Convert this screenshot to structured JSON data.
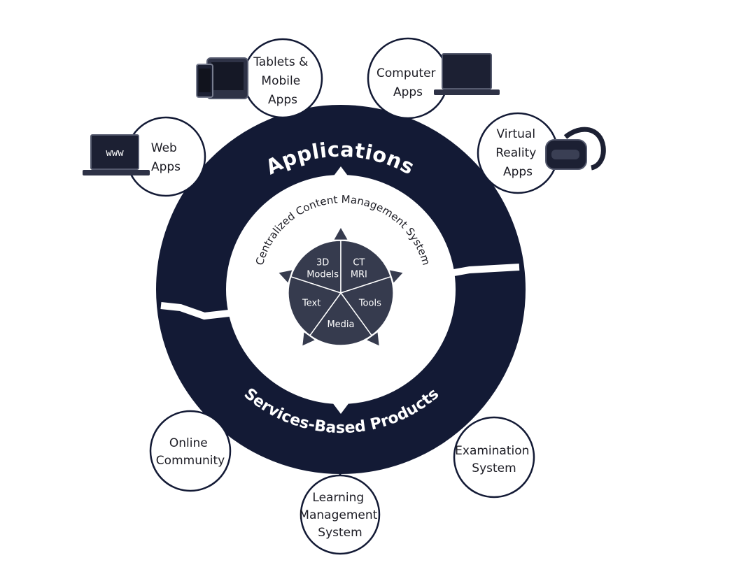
{
  "outer_ring": {
    "top_label": "Applications",
    "bottom_label": "Services-Based Products",
    "color": "#131a35"
  },
  "core": {
    "arc_label": "Centralized Content Management System",
    "slices": [
      {
        "line1": "3D",
        "line2": "Models"
      },
      {
        "line1": "CT",
        "line2": "MRI"
      },
      {
        "line1": "Tools",
        "line2": ""
      },
      {
        "line1": "Media",
        "line2": ""
      },
      {
        "line1": "Text",
        "line2": ""
      }
    ],
    "slice_color": "#363b4e"
  },
  "applications": [
    {
      "lines": [
        "Web",
        "Apps"
      ],
      "icon": "laptop-www-icon",
      "icon_text": "www"
    },
    {
      "lines": [
        "Tablets &",
        "Mobile",
        "Apps"
      ],
      "icon": "tablet-phone-icon"
    },
    {
      "lines": [
        "Computer",
        "Apps"
      ],
      "icon": "laptop-icon"
    },
    {
      "lines": [
        "Virtual",
        "Reality",
        "Apps"
      ],
      "icon": "vr-headset-icon"
    }
  ],
  "services": [
    {
      "lines": [
        "Online",
        "Community"
      ]
    },
    {
      "lines": [
        "Learning",
        "Management",
        "System"
      ]
    },
    {
      "lines": [
        "Examination",
        "System"
      ]
    }
  ]
}
